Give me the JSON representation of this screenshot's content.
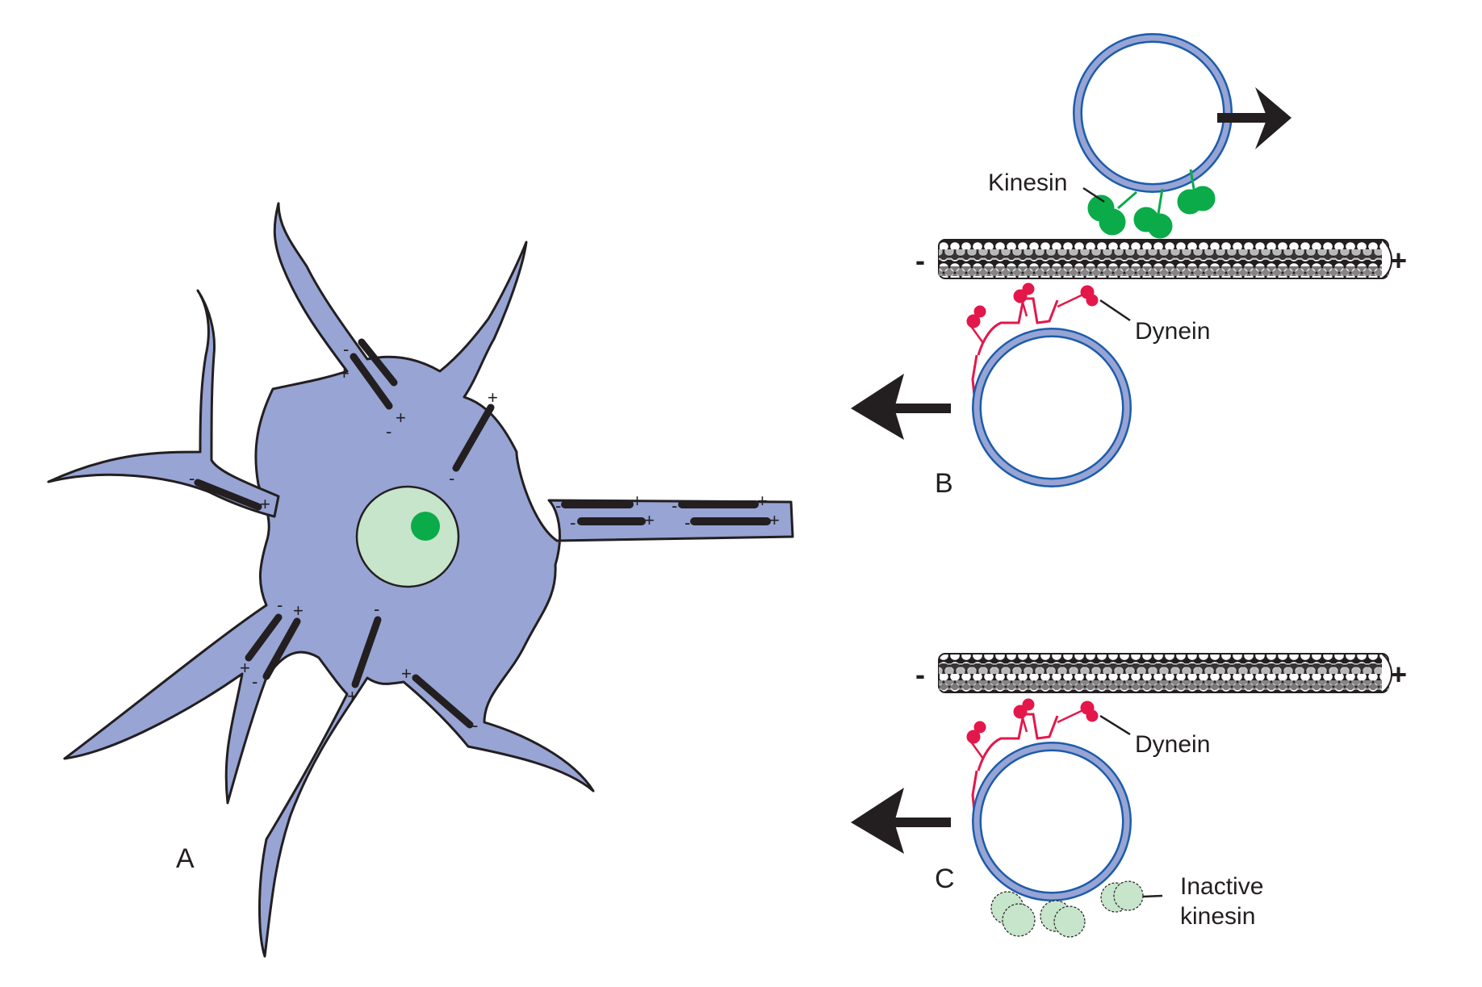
{
  "figure": {
    "panels": {
      "a": {
        "letter": "A",
        "title": "Neuron with oriented microtubules"
      },
      "b": {
        "letter": "B",
        "title": "Bidirectional transport along microtubule"
      },
      "c": {
        "letter": "C",
        "title": "Dynein-driven transport with inactive kinesin"
      }
    },
    "labels": {
      "kinesin": "Kinesin",
      "dynein_b": "Dynein",
      "dynein_c": "Dynein",
      "inactive_kinesin_line1": "Inactive",
      "inactive_kinesin_line2": "kinesin"
    },
    "polarity": {
      "minus": "-",
      "plus": "+"
    },
    "colors": {
      "neuron_fill": "#97a4d4",
      "nucleus_fill": "#c6e5cb",
      "nucleolus_fill": "#0bab4a",
      "vesicle_ring": "#97a4d4",
      "vesicle_border": "#1c5cab",
      "kinesin_active": "#0bab4a",
      "kinesin_inactive": "#c6e5cb",
      "dynein": "#e4174a",
      "microtubule": "#231f20",
      "arrow": "#231f20"
    }
  }
}
